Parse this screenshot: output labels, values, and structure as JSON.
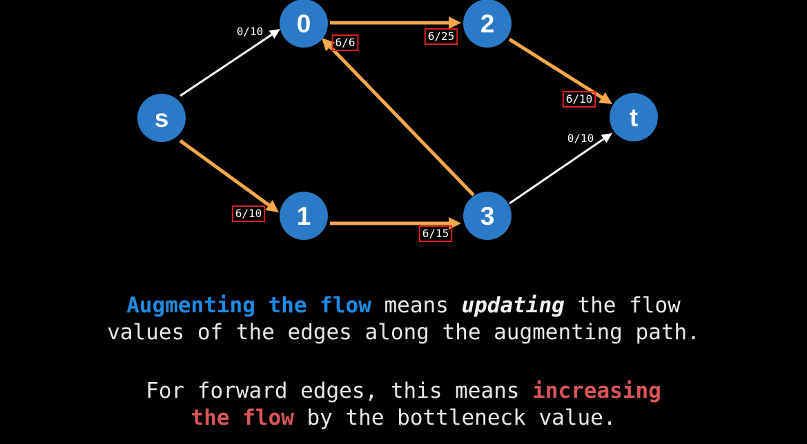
{
  "colors": {
    "background": "#000000",
    "node_fill": "#2a7ac7",
    "augmented_edge": "#f9a94b",
    "normal_edge": "#ffffff",
    "highlight_box": "#e02020",
    "emphasis_blue": "#1f8be5",
    "emphasis_red": "#d9555a",
    "text": "#e8e8e8"
  },
  "graph": {
    "nodes": [
      {
        "id": "s",
        "label": "s"
      },
      {
        "id": "0",
        "label": "0"
      },
      {
        "id": "1",
        "label": "1"
      },
      {
        "id": "2",
        "label": "2"
      },
      {
        "id": "3",
        "label": "3"
      },
      {
        "id": "t",
        "label": "t"
      }
    ],
    "edges": [
      {
        "id": "s-0",
        "from": "s",
        "to": "0",
        "label": "0/10",
        "augmented": false,
        "highlighted": false
      },
      {
        "id": "s-1",
        "from": "s",
        "to": "1",
        "label": "6/10",
        "augmented": true,
        "highlighted": true
      },
      {
        "id": "0-2",
        "from": "0",
        "to": "2",
        "label": "6/25",
        "augmented": true,
        "highlighted": true
      },
      {
        "id": "3-0",
        "from": "3",
        "to": "0",
        "label": "6/6",
        "augmented": true,
        "highlighted": true
      },
      {
        "id": "1-3",
        "from": "1",
        "to": "3",
        "label": "6/15",
        "augmented": true,
        "highlighted": true
      },
      {
        "id": "2-t",
        "from": "2",
        "to": "t",
        "label": "6/10",
        "augmented": true,
        "highlighted": true
      },
      {
        "id": "3-t",
        "from": "3",
        "to": "t",
        "label": "0/10",
        "augmented": false,
        "highlighted": false
      }
    ]
  },
  "caption1": {
    "part1": "Augmenting the flow",
    "part2": " means ",
    "part3": "updating",
    "part4": " the flow",
    "line2": "values of the edges along the augmenting path."
  },
  "caption2": {
    "part1": "For forward edges, this means ",
    "part2": "increasing",
    "part3": "the flow",
    "part4": " by the bottleneck value."
  }
}
